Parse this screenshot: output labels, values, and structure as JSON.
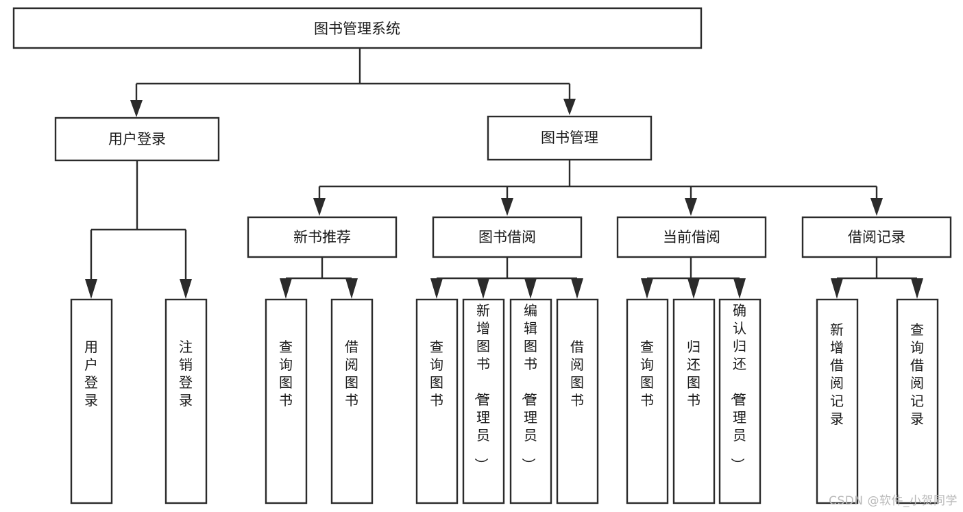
{
  "diagram": {
    "title": "图书管理系统",
    "type": "hierarchy-tree",
    "colors": {
      "box_fill": "#ffffff",
      "box_stroke": "#2b2b2b",
      "text": "#1a1a1a",
      "watermark": "#b9b9b9",
      "background": "#ffffff"
    },
    "root": {
      "label": "图书管理系统"
    },
    "level2": [
      {
        "label": "用户登录"
      },
      {
        "label": "图书管理"
      }
    ],
    "level3": [
      {
        "label": "新书推荐"
      },
      {
        "label": "图书借阅"
      },
      {
        "label": "当前借阅"
      },
      {
        "label": "借阅记录"
      }
    ],
    "leaves": {
      "user_login": [
        {
          "label": "用户登录"
        },
        {
          "label": "注销登录"
        }
      ],
      "new_book_recommend": [
        {
          "label": "查询图书"
        },
        {
          "label": "借阅图书"
        }
      ],
      "book_borrow": [
        {
          "label": "查询图书"
        },
        {
          "label": "新增图书（管理员）"
        },
        {
          "label": "编辑图书（管理员）"
        },
        {
          "label": "借阅图书"
        }
      ],
      "current_borrow": [
        {
          "label": "查询图书"
        },
        {
          "label": "归还图书"
        },
        {
          "label": "确认归还（管理员）"
        }
      ],
      "borrow_record": [
        {
          "label": "新增借阅记录"
        },
        {
          "label": "查询借阅记录"
        }
      ]
    }
  },
  "watermark": {
    "text": "CSDN @软件_小贺同学"
  }
}
